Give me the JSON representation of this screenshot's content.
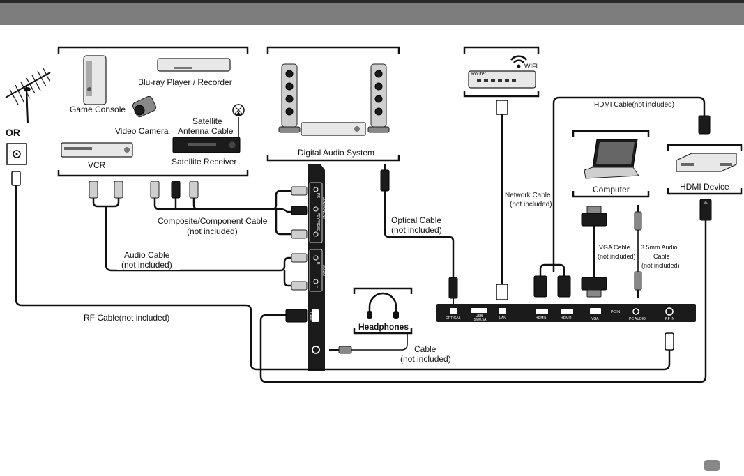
{
  "labels": {
    "or": "OR",
    "game_console": "Game Console",
    "bluray": "Blu-ray Player / Recorder",
    "video_camera": "Video Camera",
    "satellite_antenna_cable_1": "Satellite",
    "satellite_antenna_cable_2": "Antenna Cable",
    "vcr": "VCR",
    "satellite_receiver": "Satellite Receiver",
    "digital_audio_system": "Digital Audio System",
    "router": "Router",
    "wifi": "WIFI",
    "hdmi_cable": "HDMI Cable(not included)",
    "computer": "Computer",
    "hdmi_device": "HDMI Device",
    "network_cable_1": "Network Cable",
    "network_cable_2": "(not included)",
    "optical_cable_1": "Optical Cable",
    "optical_cable_2": "(not included)",
    "composite_cable_1": "Composite/Component Cable",
    "composite_cable_2": "(not included)",
    "audio_cable_1": "Audio Cable",
    "audio_cable_2": "(not included)",
    "vga_cable_1": "VGA Cable",
    "vga_cable_2": "(not included)",
    "audio35_1": "3.5mm Audio",
    "audio35_2": "Cable",
    "audio35_3": "(not included)",
    "rf_cable": "RF Cable(not included)",
    "headphones": "Headphones",
    "cable_1": "Cable",
    "cable_2": "(not included)"
  },
  "side_panel_ports": {
    "component": "COMPONENT",
    "audio": "AUDIO",
    "pr": "PR",
    "pb": "PB",
    "y_video": "Y/VIDEO",
    "r": "R",
    "l": "L",
    "hdmi": "HDMI"
  },
  "rear_panel_ports": {
    "optical": "OPTICAL",
    "usb": "USB",
    "usb_sub": "(5V/0.5A)",
    "lan": "LAN",
    "hdmi1": "HDMI1",
    "hdmi2": "HDMI2",
    "vga": "VGA",
    "pc_in": "PC IN",
    "pc_audio": "PC AUDIO",
    "rf_in": "RF IN"
  },
  "colors": {
    "header_bar": "#7d7d7d",
    "line": "#111111",
    "panel": "#1b1b1b"
  }
}
